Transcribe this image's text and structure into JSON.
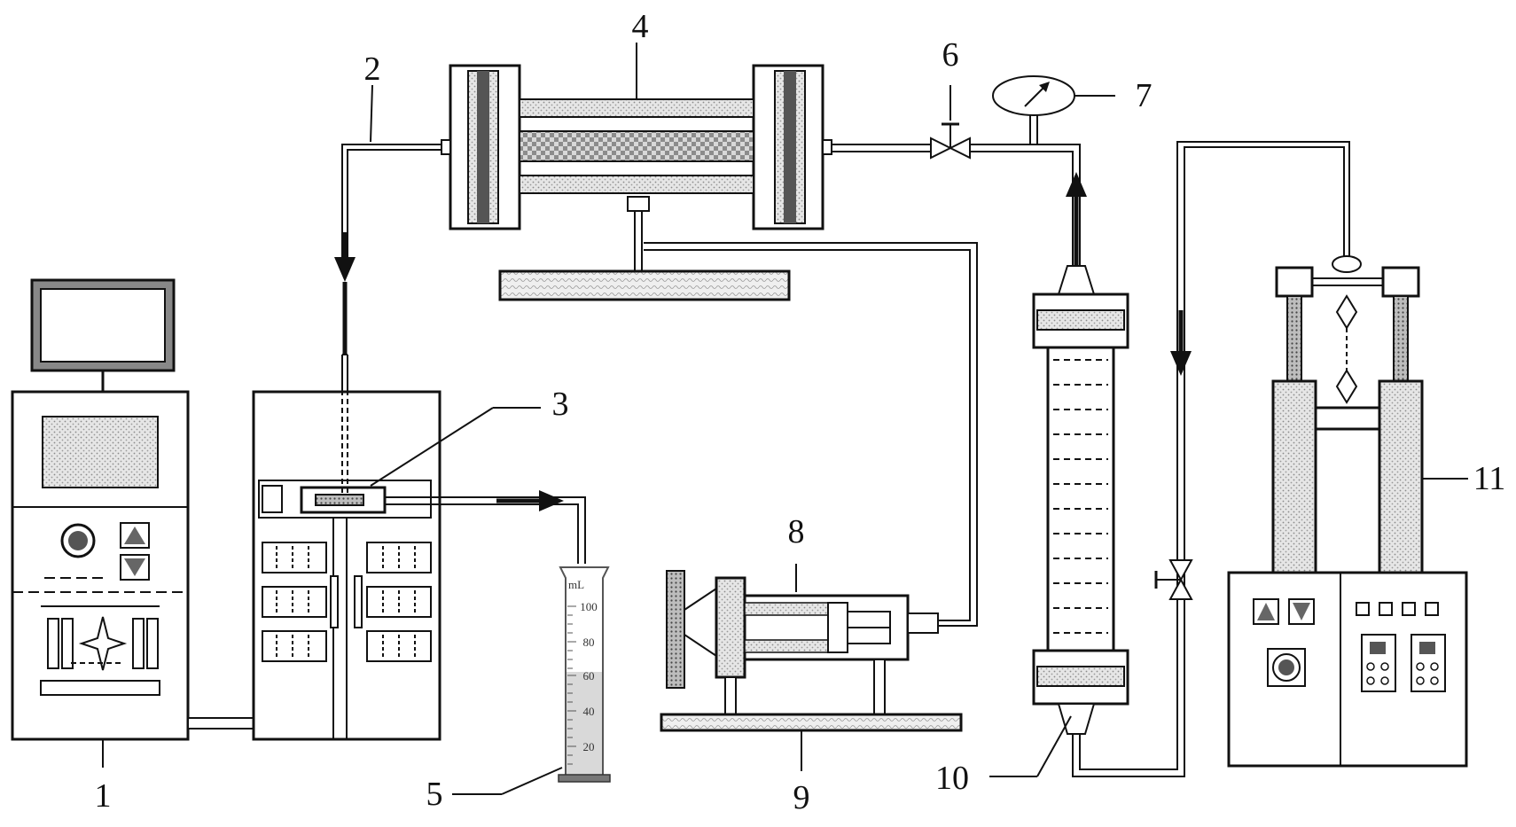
{
  "labels": {
    "l1": "1",
    "l2": "2",
    "l3": "3",
    "l4": "4",
    "l5": "5",
    "l6": "6",
    "l7": "7",
    "l8": "8",
    "l9": "9",
    "l10": "10",
    "l11": "11"
  },
  "cylinder": {
    "unit": "mL",
    "ticks": [
      "100",
      "80",
      "60",
      "40",
      "20"
    ]
  }
}
